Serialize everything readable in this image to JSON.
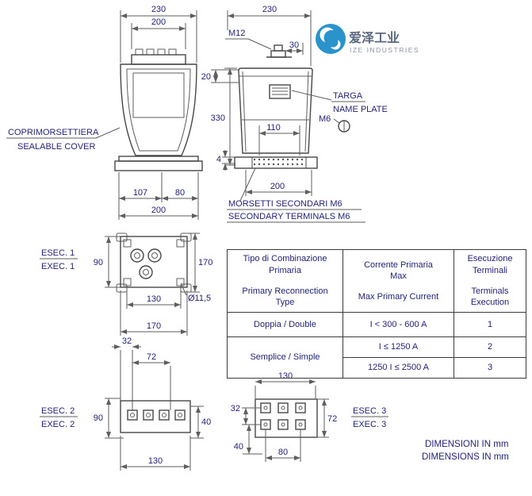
{
  "logo": {
    "cn": "爱泽工业",
    "en": "IZE INDUSTRIES"
  },
  "front": {
    "dim_outer": "230",
    "dim_inner": "200",
    "label_it": "COPRIMORSETTIERA",
    "label_en": "SEALABLE COVER",
    "dim_b1": "107",
    "dim_b2": "80",
    "dim_b3": "200"
  },
  "side": {
    "dim_top": "230",
    "bolt_label": "M12",
    "dim_bolt": "30",
    "dim_offset": "20",
    "dim_height": "330",
    "dim_inner": "110",
    "screw_label": "M6",
    "dim_plate": "4",
    "dim_bottom": "200",
    "targa_it": "TARGA",
    "targa_en": "NAME PLATE",
    "morsetti_it": "MORSETTI SECONDARI M6",
    "morsetti_en": "SECONDARY TERMINALS M6"
  },
  "exec1": {
    "title_it": "ESEC. 1",
    "title_en": "EXEC. 1",
    "d_left": "90",
    "d_right": "170",
    "d_holes": "130",
    "d_dia": "Ø11,5",
    "d_width": "170"
  },
  "exec2": {
    "title_it": "ESEC. 2",
    "title_en": "EXEC. 2",
    "d_offset": "32",
    "d_spacing": "72",
    "d_left": "90",
    "d_right": "40",
    "d_bottom": "130"
  },
  "exec3": {
    "title_it": "ESEC. 3",
    "title_en": "EXEC. 3",
    "d_top": "130",
    "d_rows": "32",
    "d_height": "72",
    "d_bottom": "40",
    "d_spacing": "80"
  },
  "table": {
    "headers": [
      {
        "it": "Tipo di Combinazione Primaria",
        "en": "Primary Reconnection Type"
      },
      {
        "it": "Corrente Primaria Max",
        "en": "Max Primary Current"
      },
      {
        "it": "Esecuzione Terminali",
        "en": "Terminals Execution"
      }
    ],
    "rows": {
      "r1c1": "Doppia / Double",
      "r1c2": "I < 300 - 600 A",
      "r1c3": "1",
      "r23c1": "Semplice / Simple",
      "r2c2": "I ≤ 1250 A",
      "r2c3": "2",
      "r3c2": "1250 I ≤ 2500 A",
      "r3c3": "3"
    }
  },
  "footer": {
    "line1": "DIMENSIONI IN mm",
    "line2": "DIMENSIONS IN mm"
  }
}
